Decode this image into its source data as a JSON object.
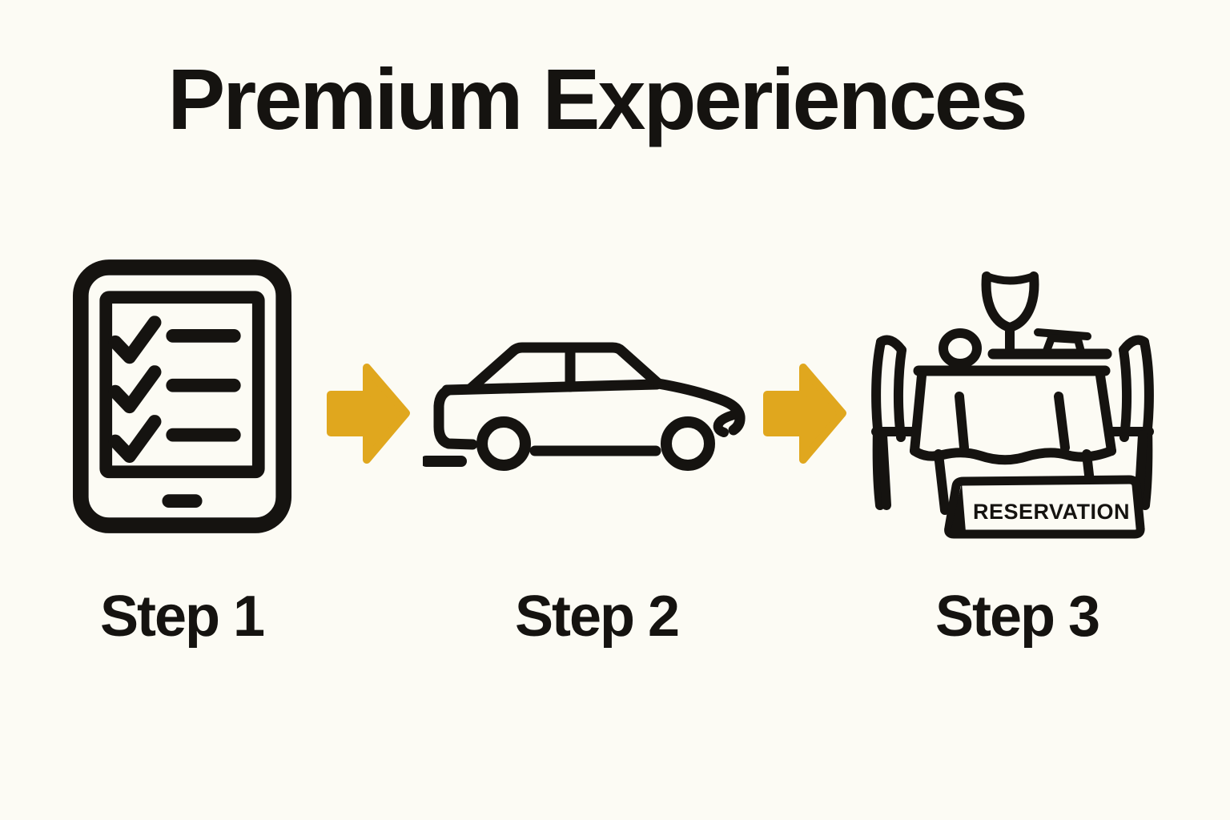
{
  "page": {
    "title": "Premium Experiences",
    "background_color": "#FCFBF4",
    "text_color": "#151310",
    "icon_color": "#151310",
    "accent_color": "#E0A71E"
  },
  "steps": [
    {
      "label": "Step 1",
      "icon": "tablet-checklist-icon"
    },
    {
      "label": "Step 2",
      "icon": "car-icon"
    },
    {
      "label": "Step 3",
      "icon": "restaurant-table-icon",
      "sign_text": "RESERVATION"
    }
  ],
  "arrows": [
    {
      "icon": "arrow-right-icon",
      "direction": "right"
    },
    {
      "icon": "arrow-right-icon",
      "direction": "right"
    }
  ]
}
